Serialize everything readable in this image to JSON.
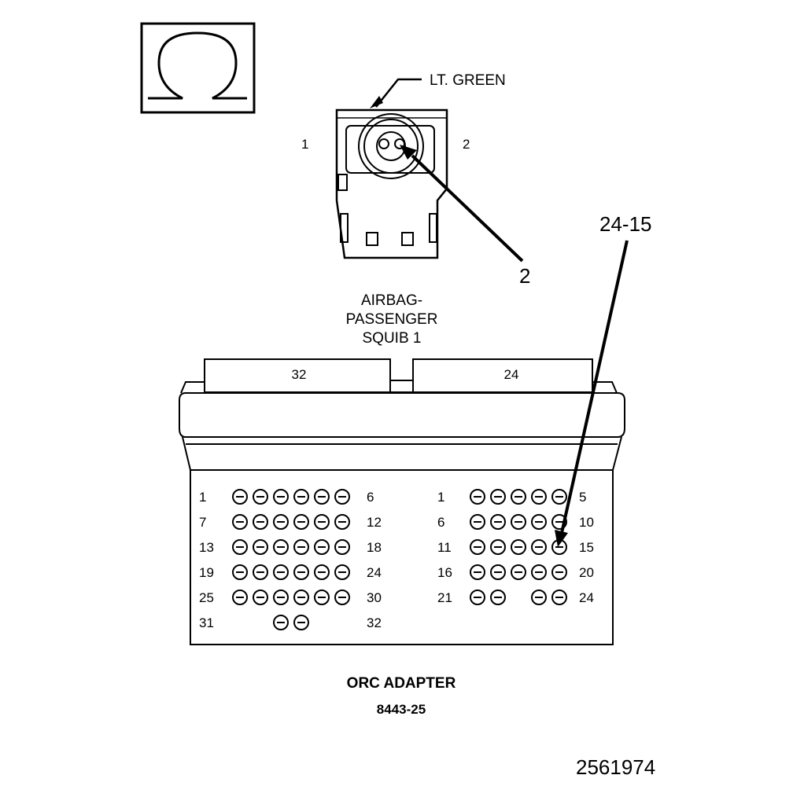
{
  "symbol": {
    "icon": "ohm-symbol-icon"
  },
  "squib_connector": {
    "wire_color_label": "LT. GREEN",
    "pin_left": "1",
    "pin_right": "2",
    "probe_label": "2",
    "caption": [
      "AIRBAG-",
      "PASSENGER",
      "SQUIB 1"
    ]
  },
  "orc_adapter": {
    "header_left": "32",
    "header_right": "24",
    "probe_label": "24-15",
    "left_block": {
      "rows": [
        {
          "start": "1",
          "end": "6",
          "pins": 6,
          "gap": false
        },
        {
          "start": "7",
          "end": "12",
          "pins": 6,
          "gap": false
        },
        {
          "start": "13",
          "end": "18",
          "pins": 6,
          "gap": false
        },
        {
          "start": "19",
          "end": "24",
          "pins": 6,
          "gap": false
        },
        {
          "start": "25",
          "end": "30",
          "pins": 6,
          "gap": false
        },
        {
          "start": "31",
          "end": "32",
          "pins": 2,
          "gap": false
        }
      ]
    },
    "right_block": {
      "rows": [
        {
          "start": "1",
          "end": "5",
          "pins": 5,
          "gap": false
        },
        {
          "start": "6",
          "end": "10",
          "pins": 5,
          "gap": false
        },
        {
          "start": "11",
          "end": "15",
          "pins": 5,
          "gap": false
        },
        {
          "start": "16",
          "end": "20",
          "pins": 5,
          "gap": false
        },
        {
          "start": "21",
          "end": "24",
          "pins": 4,
          "gap": true
        }
      ]
    },
    "caption": "ORC ADAPTER",
    "part_number": "8443-25"
  },
  "figure_number": "2561974"
}
